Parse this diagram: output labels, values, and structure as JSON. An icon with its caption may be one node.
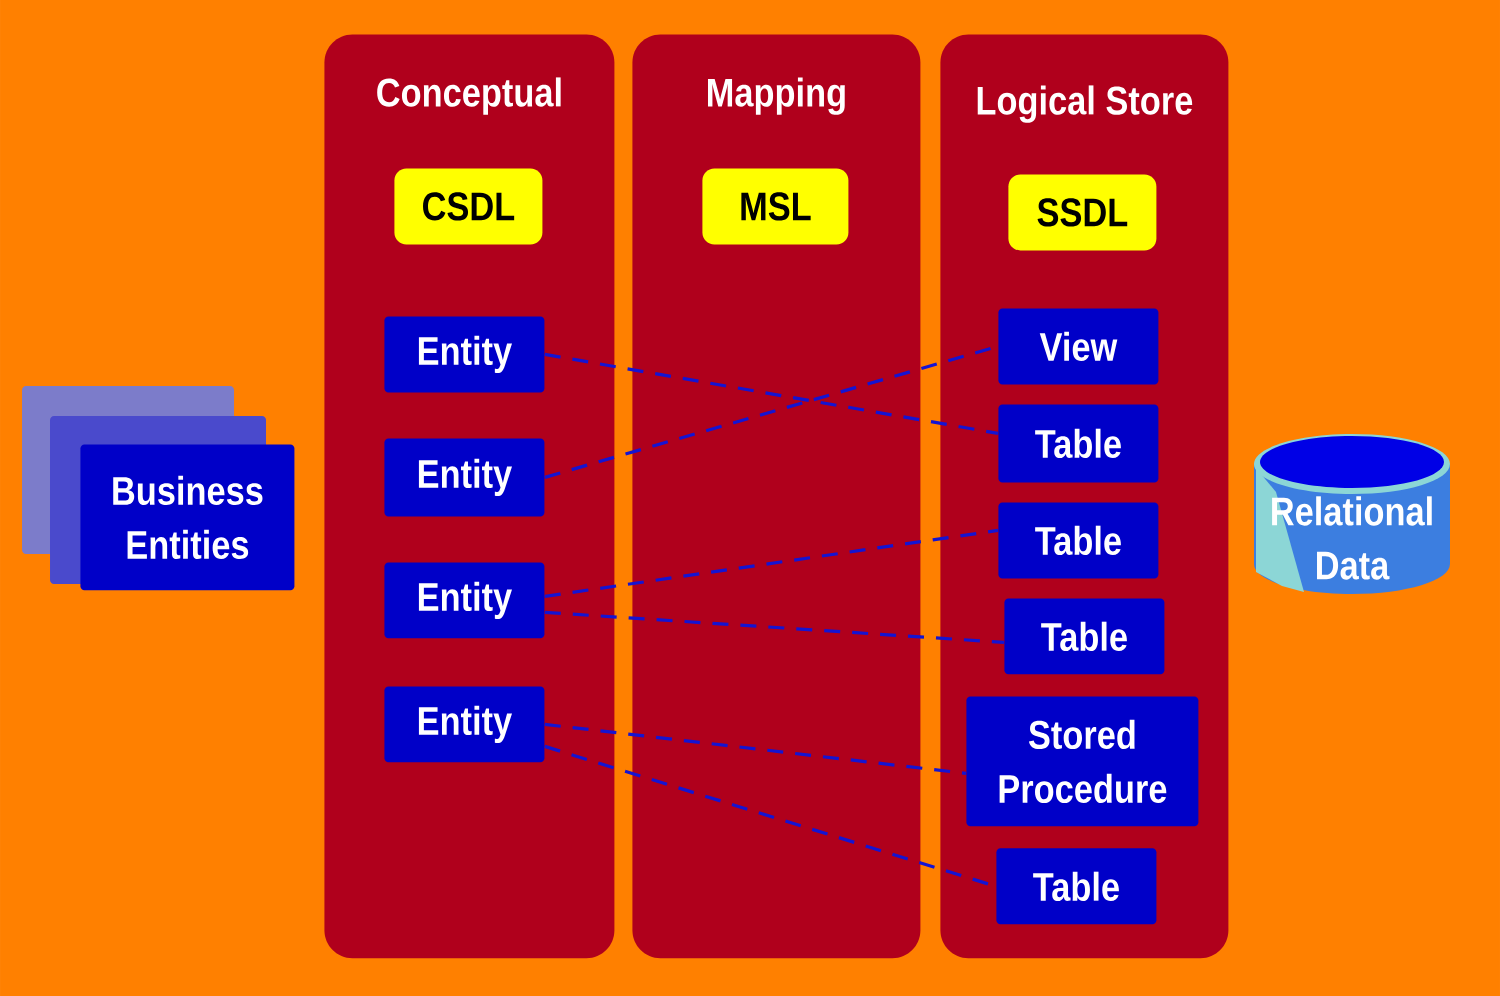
{
  "diagram": {
    "nodes": [
      {
        "text": [
          "Business Entities"
        ]
      },
      {
        "text": [
          "Conceptual"
        ]
      },
      {
        "text": [
          "CSDL"
        ],
        "in": 1
      },
      {
        "text": [
          "Entity"
        ],
        "in": 1
      },
      {
        "text": [
          "Entity"
        ],
        "in": 1
      },
      {
        "text": [
          "Entity"
        ],
        "in": 1
      },
      {
        "text": [
          "Entity"
        ],
        "in": 1
      },
      {
        "text": [
          "Mapping"
        ]
      },
      {
        "text": [
          "MSL"
        ],
        "in": 7
      },
      {
        "text": [
          "Logical Store"
        ]
      },
      {
        "text": [
          "SSDL"
        ],
        "in": 9
      },
      {
        "text": [
          "View"
        ],
        "in": 9
      },
      {
        "text": [
          "Table"
        ],
        "in": 9
      },
      {
        "text": [
          "Table"
        ],
        "in": 9
      },
      {
        "text": [
          "Table"
        ],
        "in": 9
      },
      {
        "text": [
          "Stored Procedure"
        ],
        "in": 9
      },
      {
        "text": [
          "Table"
        ],
        "in": 9
      },
      {
        "text": [
          "Relational Data"
        ]
      }
    ],
    "edges": [
      {
        "from": 3,
        "to": 12,
        "arrow": "none",
        "style": "dashed"
      },
      {
        "from": 4,
        "to": 11,
        "arrow": "none",
        "style": "dashed"
      },
      {
        "from": 5,
        "to": 13,
        "arrow": "none",
        "style": "dashed"
      },
      {
        "from": 5,
        "to": 14,
        "arrow": "none",
        "style": "dashed"
      },
      {
        "from": 6,
        "to": 15,
        "arrow": "none",
        "style": "dashed"
      },
      {
        "from": 6,
        "to": 16,
        "arrow": "none",
        "style": "dashed"
      }
    ]
  }
}
